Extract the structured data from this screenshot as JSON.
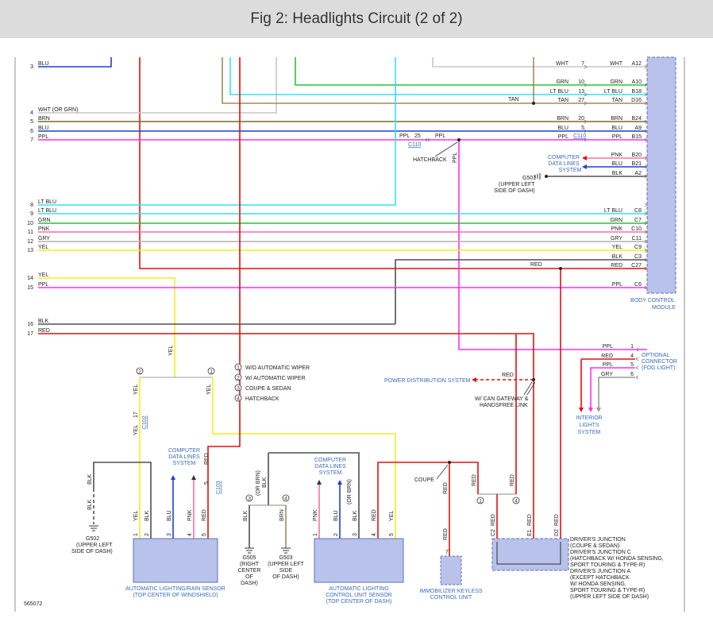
{
  "title": "Fig 2: Headlights Circuit (2 of 2)",
  "figure_id": "565072",
  "colors": {
    "blu": "#1f3fd6",
    "cyan": "#35e0f0",
    "tan": "#a38a5a",
    "green": "#2fbf3a",
    "wht": "#c8c8c8",
    "brn": "#7a6a2a",
    "ppl": "#ff2ff0",
    "pnk": "#ff6fa0",
    "gry": "#9a9a9a",
    "yel": "#f0f020",
    "blk": "#505050",
    "red": "#e01010",
    "module": "#b8c2ea",
    "module_edge": "#6070b0",
    "label_blue": "#3b6bb8"
  },
  "left_rows": [
    {
      "num": "3",
      "label": "BLU"
    },
    {
      "num": "4",
      "label": "WHT  (OR GRN)"
    },
    {
      "num": "5",
      "label": "BRN"
    },
    {
      "num": "6",
      "label": "BLU"
    },
    {
      "num": "7",
      "label": "PPL"
    },
    {
      "num": "8",
      "label": "LT BLU"
    },
    {
      "num": "9",
      "label": "LT BLU"
    },
    {
      "num": "10",
      "label": "GRN"
    },
    {
      "num": "11",
      "label": "PNK"
    },
    {
      "num": "12",
      "label": "GRY"
    },
    {
      "num": "13",
      "label": "YEL"
    },
    {
      "num": "14",
      "label": "YEL"
    },
    {
      "num": "15",
      "label": "PPL"
    },
    {
      "num": "16",
      "label": "BLK"
    },
    {
      "num": "17",
      "label": "RED"
    }
  ],
  "bcm_a_side": [
    {
      "color": "WHT",
      "pin": "7",
      "ccolor": "WHT",
      "cpin": "A12"
    },
    {
      "color": "GRN",
      "pin": "10",
      "ccolor": "GRN",
      "cpin": "A10"
    },
    {
      "color": "LT BLU",
      "pin": "13",
      "ccolor": "LT BLU",
      "cpin": "B18"
    },
    {
      "color": "TAN",
      "pin": "27",
      "ccolor": "TAN",
      "cpin": "D16"
    },
    {
      "color": "BRN",
      "pin": "20",
      "ccolor": "BRN",
      "cpin": "B24"
    },
    {
      "color": "BLU",
      "pin": "5",
      "ccolor": "BLU",
      "cpin": "A9"
    },
    {
      "color": "PPL",
      "pin": "",
      "ccolor": "PPL",
      "cpin": "B15"
    },
    {
      "color": "",
      "pin": "",
      "ccolor": "PNK",
      "cpin": "B20"
    },
    {
      "color": "",
      "pin": "",
      "ccolor": "BLU",
      "cpin": "B21"
    },
    {
      "color": "",
      "pin": "",
      "ccolor": "BLK",
      "cpin": "A2"
    }
  ],
  "bcm_c_side": [
    {
      "ccolor": "LT BLU",
      "cpin": "C8"
    },
    {
      "ccolor": "GRN",
      "cpin": "C7"
    },
    {
      "ccolor": "PNK",
      "cpin": "C10"
    },
    {
      "ccolor": "GRY",
      "cpin": "C11"
    },
    {
      "ccolor": "YEL",
      "cpin": "C9"
    },
    {
      "ccolor": "BLK",
      "cpin": "C3"
    },
    {
      "ccolor": "RED",
      "cpin": "C27"
    },
    {
      "ccolor": "PPL",
      "cpin": "C6"
    }
  ],
  "labels": {
    "tan_left": "TAN",
    "red_c27": "RED",
    "ppl_25": "PPL",
    "pin_25": "25",
    "ppl_after": "PPL",
    "c110_a": "C110",
    "c110_b": "C110",
    "hatchback": "HATCHBACK",
    "ppl_vert": "PPL",
    "computer_data_1": "COMPUTER",
    "computer_data_2": "DATA LINES",
    "computer_data_3": "SYSTEM",
    "g501_1": "G501",
    "g501_2": "(UPPER LEFT",
    "g501_3": "SIDE OF DASH)",
    "bcm_1": "BODY CONTROL",
    "bcm_2": "MODULE",
    "optional_1": "OPTIONAL",
    "optional_2": "CONNECTOR",
    "optional_3": "(FOG LIGHT)",
    "interior_1": "INTERIOR",
    "interior_2": "LIGHTS",
    "interior_3": "SYSTEM",
    "pds": "POWER DISTRIBUTION SYSTEM",
    "pds_red": "RED",
    "can_1": "W/ CAN GATEWAY &",
    "can_2": "HANDSFREE LINK",
    "yel_mid": "YEL",
    "yel_a": "YEL",
    "yel_b": "YEL",
    "yel_c": "YEL",
    "c102": "C102",
    "pin_17": "17",
    "c103": "C103",
    "pin_5": "5",
    "red_c103": "RED",
    "blk_g502a": "BLK",
    "blk_g502b": "BLK",
    "g502_1": "G502",
    "g502_2": "(UPPER LEFT",
    "g502_3": "SIDE OF DASH)",
    "cds2_1": "COMPUTER",
    "cds2_2": "DATA LINES",
    "cds2_3": "SYSTEM",
    "cds3_1": "COMPUTER",
    "cds3_2": "DATA LINES",
    "cds3_3": "SYSTEM",
    "s1_pins": [
      "1",
      "2",
      "3",
      "4",
      "5"
    ],
    "s1_wires": [
      "YEL",
      "BLK",
      "BLU",
      "PNK",
      "RED"
    ],
    "sensor1_1": "AUTOMATIC LIGHTING/RAIN SENSOR",
    "sensor1_2": "(TOP CENTER OF WINDSHIELD)",
    "s2_pins": [
      "1",
      "2",
      "3",
      "4",
      "5"
    ],
    "s2_wires": [
      "PNK",
      "BLU",
      "BLK",
      "RED",
      "YEL"
    ],
    "s2_blk_alt": "(OR BRN)",
    "sensor2_1": "AUTOMATIC LIGHTING",
    "sensor2_2": "CONTROL UNIT SENSOR",
    "sensor2_3": "(TOP CENTER OF DASH)",
    "blk_g505_top": "BLK",
    "blk_g505_alt": "(OR BRN)",
    "g505_wire_blk": "BLK",
    "g503_wire_brn": "BRN",
    "g505_1": "G505",
    "g505_2": "(RIGHT",
    "g505_3": "CENTER",
    "g505_4": "OF",
    "g505_5": "DASH)",
    "g503_1": "G503",
    "g503_2": "(UPPER LEFT",
    "g503_3": "SIDE",
    "g503_4": "OF DASH)",
    "coupe": "COUPE",
    "red_imm_a": "RED",
    "red_imm_b": "RED",
    "red_c2": "RED",
    "red_e1": "RED",
    "red_d2": "RED",
    "red_jb_l": "RED",
    "red_jb_r": "RED",
    "imm_pin": "7",
    "immob_1": "IMMOBILIZER KEYLESS",
    "immob_2": "CONTROL UNIT",
    "jb_pin_c2": "C2",
    "jb_pin_e1": "E1",
    "jb_pin_d2": "D2",
    "jb_1": "DRIVER'S JUNCTION",
    "jb_2": "(COUPE & SEDAN)",
    "jb_3": "DRIVER'S JUNCTION C",
    "jb_4": "(HATCHBACK W/ HONDA SENSING,",
    "jb_5": "SPORT TOURING & TYPE-R)",
    "jb_6": "DRIVER'S JUNCTION A",
    "jb_7": "(EXCEPT HATCHBACK",
    "jb_8": "W/ HONDA SENSING,",
    "jb_9": "SPORT TOURING & TYPE-R)",
    "jb_10": "(UPPER LEFT SIDE OF DASH)",
    "opt_rows": [
      {
        "color": "PPL",
        "pin": "1"
      },
      {
        "color": "RED",
        "pin": "4"
      },
      {
        "color": "PPL",
        "pin": "5"
      },
      {
        "color": "GRY",
        "pin": "6"
      }
    ]
  },
  "legend": [
    {
      "num": "1",
      "text": "W/O AUTOMATIC WIPER"
    },
    {
      "num": "2",
      "text": "W/ AUTOMATIC WIPER"
    },
    {
      "num": "3",
      "text": "COUPE & SEDAN"
    },
    {
      "num": "4",
      "text": "HATCHBACK"
    }
  ],
  "callouts": {
    "ws_left": "2",
    "ws_right": "1",
    "g_left": "3",
    "g_right": "4",
    "jb_left": "1",
    "jb_right": "4"
  }
}
